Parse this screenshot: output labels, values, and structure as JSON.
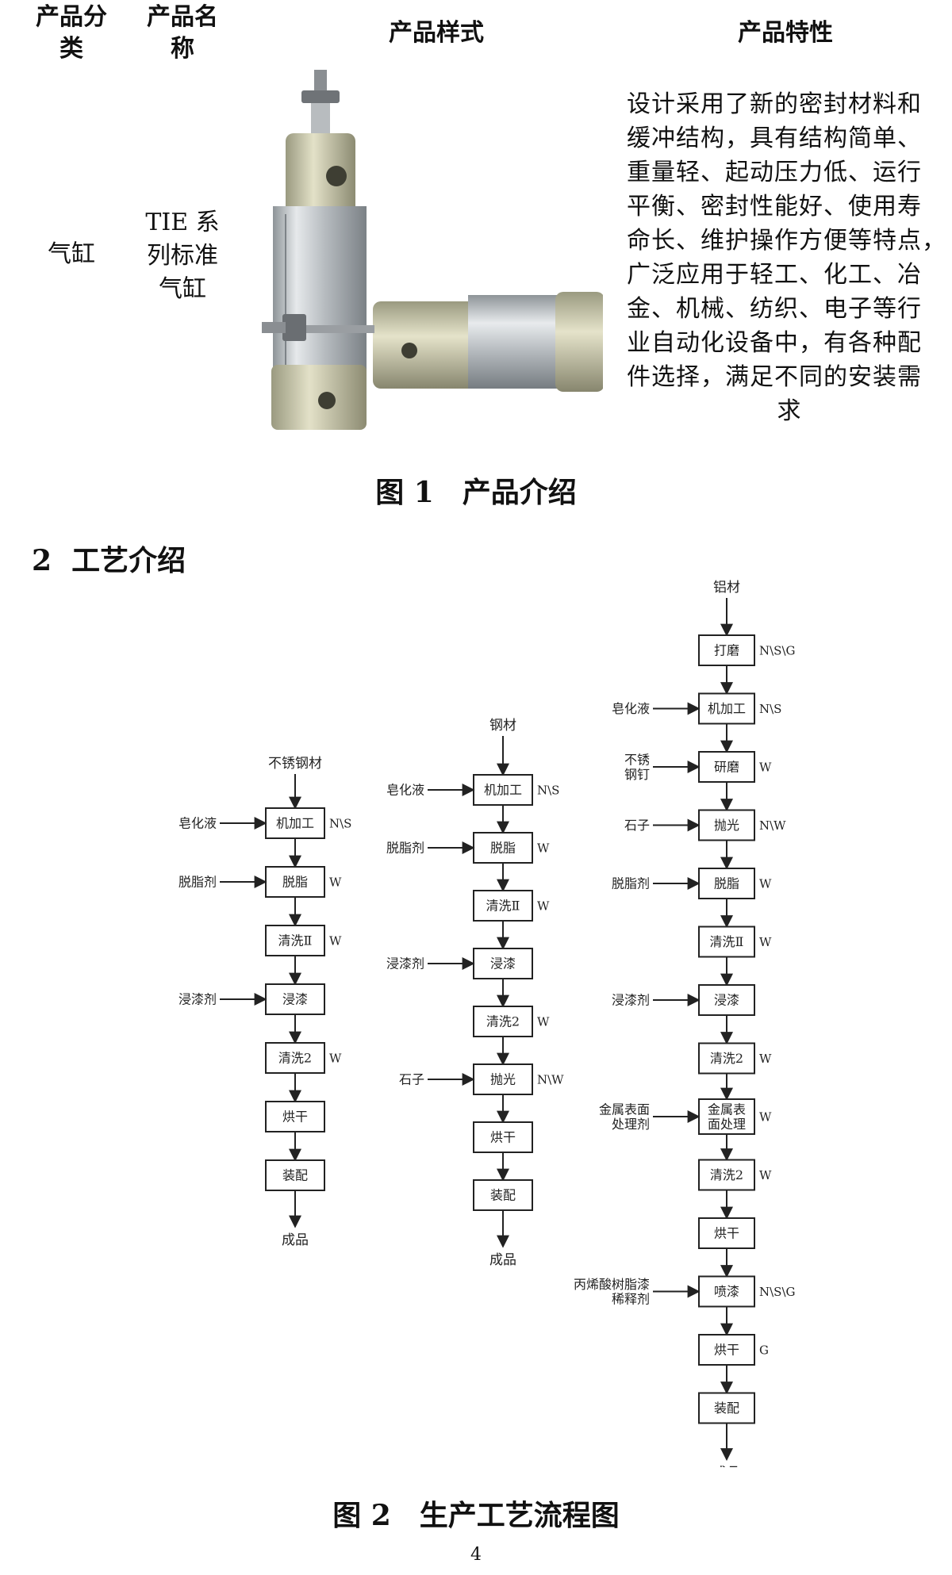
{
  "table": {
    "headers": [
      "产品分\n类",
      "产品名\n称",
      "产品样式",
      "产品特性"
    ],
    "row": {
      "category": "气缸",
      "name": "TIE 系\n列标准\n气缸",
      "description_lines": [
        "设计采用了新的密封材料和",
        "缓冲结构，具有结构简单、",
        "重量轻、起动压力低、运行",
        "平衡、密封性能好、使用寿",
        "命长、维护操作方便等特点，",
        "广泛应用于轻工、化工、冶",
        "金、机械、纺织、电子等行",
        "业自动化设备中，有各种配",
        "件选择，满足不同的安装需",
        "求"
      ]
    }
  },
  "figure1_caption": "图 1　产品介绍",
  "section2_title": "2  工艺介绍",
  "flowchart": {
    "left": {
      "start": "不锈钢材",
      "steps": [
        {
          "label": "机加工",
          "input": "皂化液",
          "output": "N\\S"
        },
        {
          "label": "脱脂",
          "input": "脱脂剂",
          "output": "W"
        },
        {
          "label": "清洗Ⅱ",
          "input": "",
          "output": "W"
        },
        {
          "label": "浸漆",
          "input": "浸漆剂",
          "output": ""
        },
        {
          "label": "清洗2",
          "input": "",
          "output": "W"
        },
        {
          "label": "烘干",
          "input": "",
          "output": ""
        },
        {
          "label": "装配",
          "input": "",
          "output": ""
        }
      ],
      "end": "成品"
    },
    "middle": {
      "start": "钢材",
      "steps": [
        {
          "label": "机加工",
          "input": "皂化液",
          "output": "N\\S"
        },
        {
          "label": "脱脂",
          "input": "脱脂剂",
          "output": "W"
        },
        {
          "label": "清洗Ⅱ",
          "input": "",
          "output": "W"
        },
        {
          "label": "浸漆",
          "input": "浸漆剂",
          "output": ""
        },
        {
          "label": "清洗2",
          "input": "",
          "output": "W"
        },
        {
          "label": "抛光",
          "input": "石子",
          "output": "N\\W"
        },
        {
          "label": "烘干",
          "input": "",
          "output": ""
        },
        {
          "label": "装配",
          "input": "",
          "output": ""
        }
      ],
      "end": "成品"
    },
    "right": {
      "start": "铝材",
      "steps": [
        {
          "label": "打磨",
          "input": "",
          "output": "N\\S\\G"
        },
        {
          "label": "机加工",
          "input": "皂化液",
          "output": "N\\S"
        },
        {
          "label": "研磨",
          "input": "不锈\n钢钉",
          "output": "W"
        },
        {
          "label": "抛光",
          "input": "石子",
          "output": "N\\W"
        },
        {
          "label": "脱脂",
          "input": "脱脂剂",
          "output": "W"
        },
        {
          "label": "清洗Ⅱ",
          "input": "",
          "output": "W"
        },
        {
          "label": "浸漆",
          "input": "浸漆剂",
          "output": ""
        },
        {
          "label": "清洗2",
          "input": "",
          "output": "W"
        },
        {
          "label": "金属表\n面处理",
          "input": "金属表面\n处理剂",
          "output": "W"
        },
        {
          "label": "清洗2",
          "input": "",
          "output": "W"
        },
        {
          "label": "烘干",
          "input": "",
          "output": ""
        },
        {
          "label": "喷漆",
          "input": "丙烯酸树脂漆\n稀释剂",
          "output": "N\\S\\G"
        },
        {
          "label": "烘干",
          "input": "",
          "output": "G"
        },
        {
          "label": "装配",
          "input": "",
          "output": ""
        }
      ],
      "end": "成品"
    }
  },
  "figure2_caption": "图 2　生产工艺流程图",
  "page_number": "4"
}
